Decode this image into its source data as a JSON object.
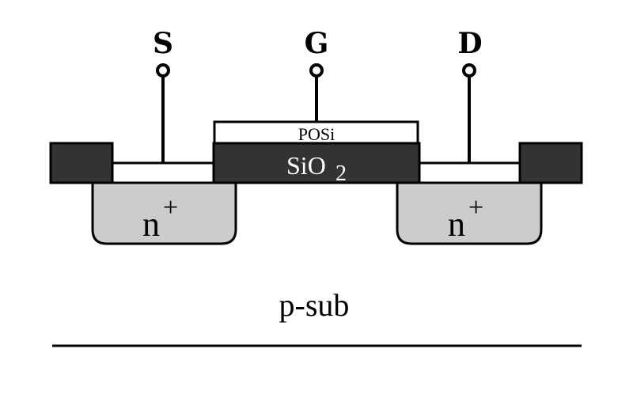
{
  "terminals": {
    "source": "S",
    "gate": "G",
    "drain": "D"
  },
  "layers": {
    "gate_material": "POSi",
    "oxide": "SiO",
    "oxide_subscript": "2",
    "diffusion_base": "n",
    "diffusion_sup": "+",
    "substrate": "p-sub"
  },
  "colors": {
    "dark_fill": "#333333",
    "diffusion_fill": "#cccccc",
    "light_fill": "#ffffff",
    "stroke": "#000000"
  }
}
